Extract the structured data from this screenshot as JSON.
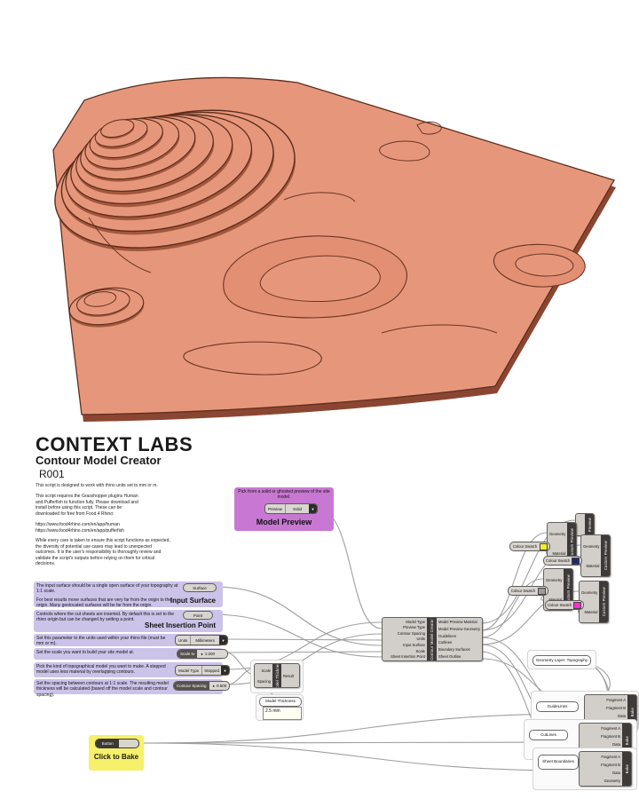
{
  "header": {
    "title": "CONTEXT LABS",
    "subtitle": "Contour Model Creator",
    "revision": "R001"
  },
  "notes": {
    "units": "This script is designed to work with rhino units set to mm or m.",
    "plugins": "This script requires the Grasshopper plugins Human and Pufferfish to function fully. Please download and install before using this script. These can be downloaded for free from Food 4 Rhino:",
    "link_human": "https://www.food4rhino.com/en/app/human",
    "link_pufferfish": "https://www.food4rhino.com/en/app/pufferfish",
    "disclaimer": "While every care is taken to ensure this script functions as expected, the diversity of potential use cases may lead to unexpected outcomes. It is the user's responsibility to thoroughly review and validate the script's outputs before relying on them for critical decisions."
  },
  "panels": {
    "model_preview": {
      "hint": "Pick from a solid or ghosted preview of the site model.",
      "dropdown_label": "Preview",
      "dropdown_value": "Solid",
      "title": "Model Preview"
    },
    "input_surface": {
      "text1": "The input surface should be a single open surface of your topography at 1:1 scale.",
      "text2": "For best results move surfaces that are very far from the origin to the origin. Many geolocated surfaces will be far from the origin.",
      "param_label": "Surface",
      "title": "Input Surface"
    },
    "sheet_insertion": {
      "text": "Controls where the cut sheets are inserted. By default this is set to the rhino origin but can be changed by setting a point.",
      "param_label": "Point",
      "title": "Sheet Insertion Point"
    },
    "units": {
      "text": "Set this parameter to the units used within your rhino file (must be mm or m).",
      "label": "Units",
      "value": "Millimeters"
    },
    "scale": {
      "text": "Set the scale you want to build your site model at.",
      "label": "Scale to",
      "value": "1:200"
    },
    "model_type": {
      "text": "Pick the kind of topographical model you want to make. A stepped model uses less material by overlapping contours.",
      "label": "Model Type",
      "value": "Stepped"
    },
    "contour_spacing": {
      "text": "Set the spacing between contours at 1:1 scale. The resulting model thickness will be calculated (based off the model scale and contour spacing).",
      "label": "Contour Spacing",
      "value": "0.500"
    },
    "bake": {
      "button_label": "Button",
      "title": "Click to Bake"
    }
  },
  "thickness": {
    "name": "Model Thickness",
    "calc_input1": "Scale",
    "calc_input2": "Spacing",
    "calc_output": "Result",
    "label": "Model Thickness",
    "value": "2.5 mm"
  },
  "cluster": {
    "name": "Contour Model Creator",
    "inputs": [
      "Model Type",
      "Preview Type",
      "Contour Spacing",
      "Units",
      "Input Surface",
      "Scale",
      "Sheet Insertion Point"
    ],
    "outputs": [
      "Model Preview Material",
      "Model Preview Geometry",
      "Guidelines",
      "Cutlines",
      "Boundary Surfaces",
      "Sheet Outline"
    ]
  },
  "preview": {
    "name": "Custom Preview",
    "mini": "Preview",
    "geometry": "Geometry",
    "material": "Material"
  },
  "swatch": {
    "label": "Colour Swatch",
    "colors": {
      "yellow": "#f0ee30",
      "navy": "#1d2a6e",
      "grey": "#9b9b9b",
      "magenta": "#ff2bd9"
    }
  },
  "bake_node": {
    "name": "Bake",
    "inputs": [
      "Fragment A",
      "Fragment B",
      "Data",
      "Geometry"
    ]
  },
  "layer_params": {
    "topography": "Geometry Layer: Topography",
    "guidelines": "GuideLines",
    "cutlines": "CutLines",
    "sheet_boundaries": "Sheet Boundaries"
  },
  "icons": {
    "dropdown_arrow": "▼",
    "slider_knob": "●"
  },
  "colors": {
    "instruction_panel": "#ccc3e9",
    "preview_panel": "#c878d2",
    "bake_panel": "#f6f06a",
    "terrain_top": "#e6977b",
    "terrain_edge": "#5d2d1c",
    "node_body": "#d2cec9",
    "node_bar": "#3d3a37"
  }
}
